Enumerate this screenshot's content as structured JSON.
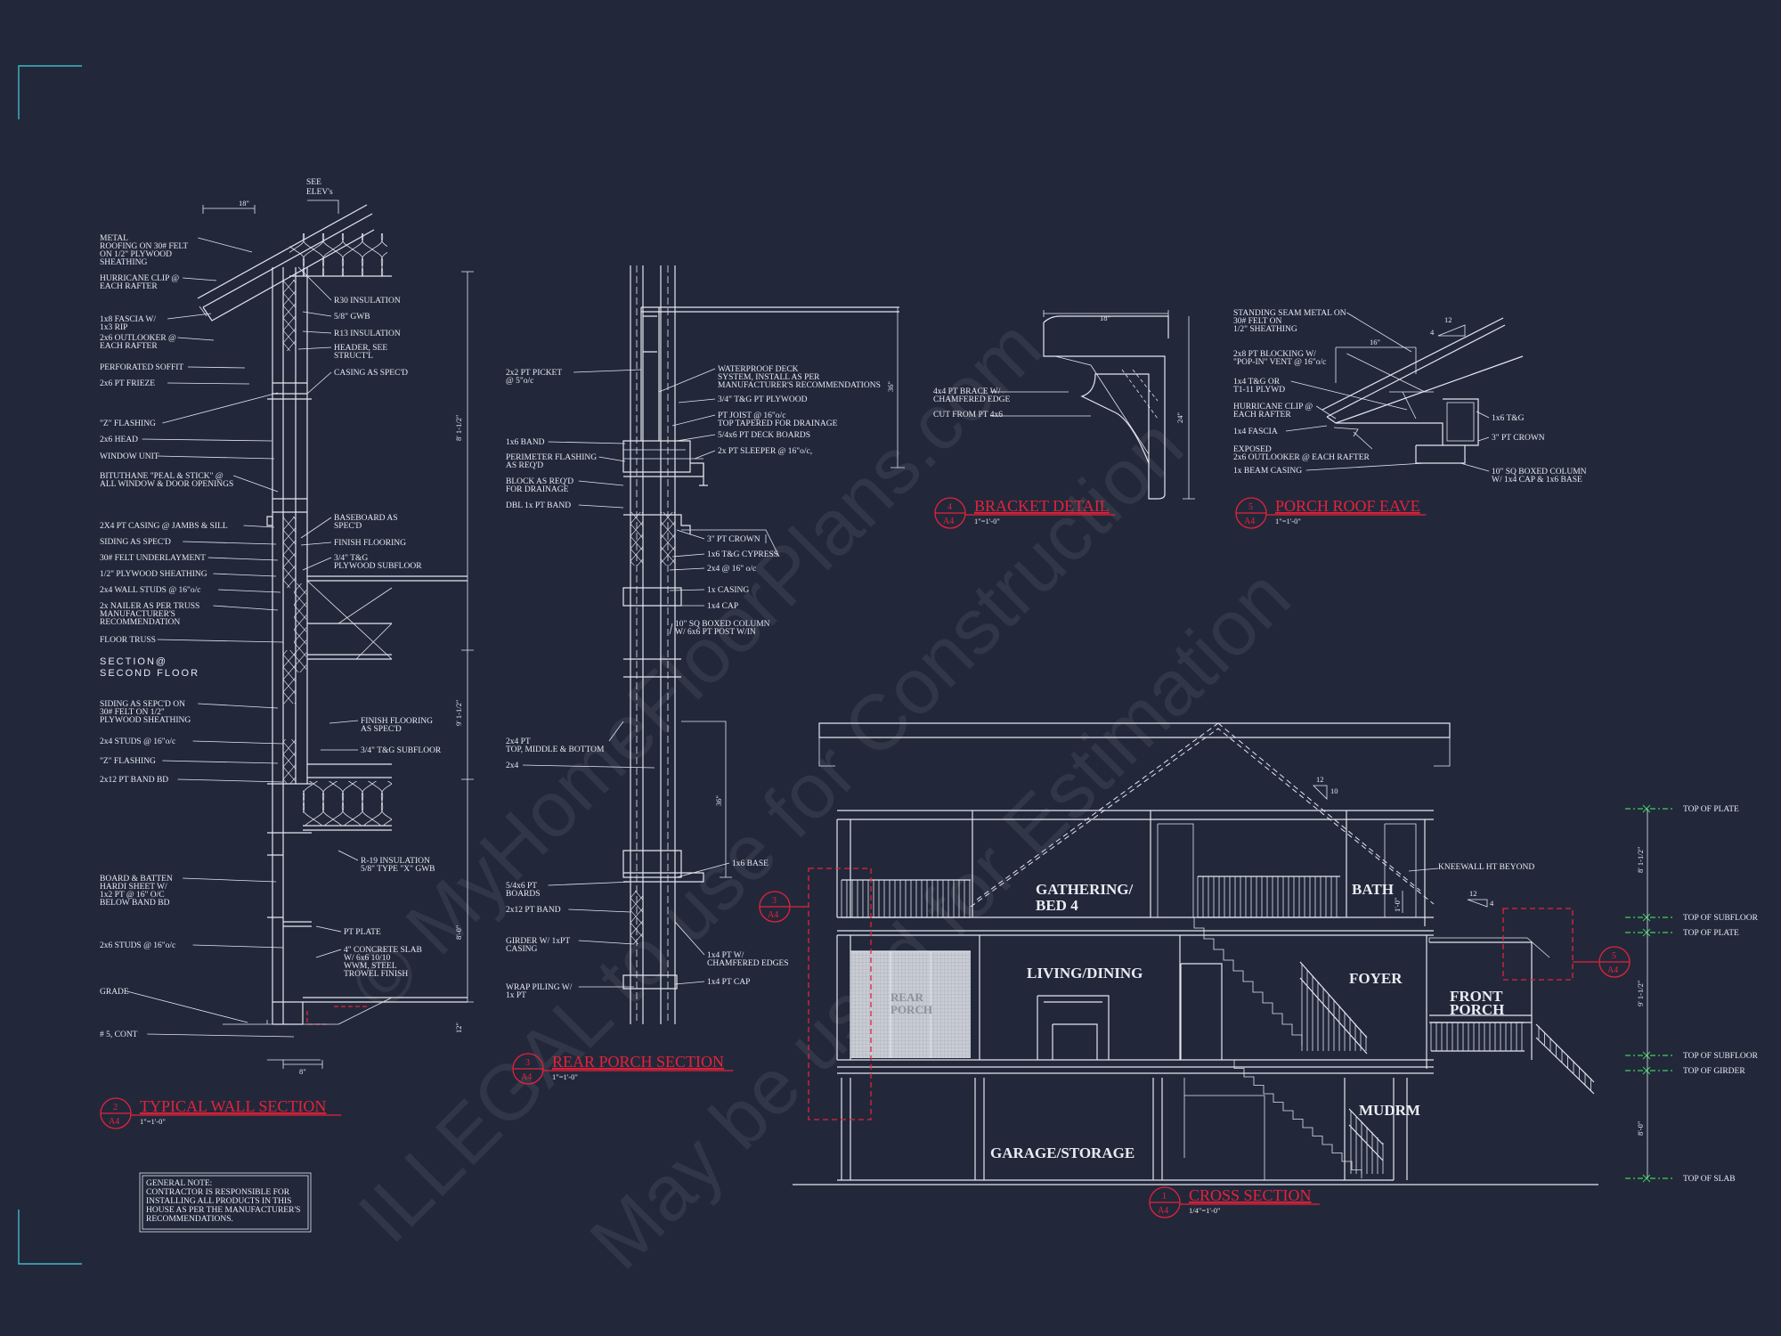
{
  "watermark": {
    "line1": "© MyHomeFloorPlans.com",
    "line2": "ILLEGAL to use for Construction",
    "line3": "May be used for Estimation"
  },
  "details": {
    "typical_wall": {
      "num": "2",
      "sheet": "A4",
      "title": "TYPICAL WALL SECTION",
      "scale": "1\"=1'-0\""
    },
    "rear_porch": {
      "num": "3",
      "sheet": "A4",
      "title": "REAR PORCH SECTION",
      "scale": "1\"=1'-0\""
    },
    "bracket": {
      "num": "4",
      "sheet": "A4",
      "title": "BRACKET DETAIL",
      "scale": "1\"=1'-0\""
    },
    "porch_eave": {
      "num": "5",
      "sheet": "A4",
      "title": "PORCH ROOF EAVE",
      "scale": "1\"=1'-0\""
    },
    "cross_section": {
      "num": "1",
      "sheet": "A4",
      "title": "CROSS SECTION",
      "scale": "1/4\"=1'-0\""
    }
  },
  "callout_tags": [
    {
      "num": "3",
      "sheet": "A4"
    },
    {
      "num": "5",
      "sheet": "A4"
    }
  ],
  "wall_notes_left": [
    [
      "METAL",
      "ROOFING ON 30# FELT",
      "ON 1/2\" PLYWOOD",
      "SHEATHING"
    ],
    [
      "HURRICANE CLIP @",
      "EACH RAFTER"
    ],
    [
      "1x8 FASCIA W/",
      "1x3 RIP"
    ],
    [
      "2x6 OUTLOOKER @",
      "EACH RAFTER"
    ],
    [
      "PERFORATED SOFFIT"
    ],
    [
      "2x6 PT FRIEZE"
    ],
    [
      "\"Z\" FLASHING"
    ],
    [
      "2x6 HEAD"
    ],
    [
      "WINDOW UNIT"
    ],
    [
      "BITUTHANE \"PEAL & STICK\" @",
      "ALL WINDOW & DOOR OPENINGS"
    ],
    [
      "2X4 PT CASING @ JAMBS & SILL"
    ],
    [
      "SIDING AS SPEC'D"
    ],
    [
      "30# FELT UNDERLAYMENT"
    ],
    [
      "1/2\" PLYWOOD SHEATHING"
    ],
    [
      "2x4 WALL STUDS @ 16\"o/c"
    ],
    [
      "2x NAILER AS PER TRUSS",
      "MANUFACTURER'S",
      "RECOMMENDATION"
    ],
    [
      "FLOOR TRUSS"
    ],
    [
      "SIDING AS SEPC'D ON",
      "30# FELT ON 1/2\"",
      "PLYWOOD SHEATHING"
    ],
    [
      "2x4 STUDS @ 16\"o/c"
    ],
    [
      "\"Z\" FLASHING"
    ],
    [
      "2x12 PT BAND BD"
    ],
    [
      "BOARD & BATTEN",
      "HARDI SHEET W/",
      "1x2 PT @ 16\" O/C",
      "BELOW BAND BD"
    ],
    [
      "2x6 STUDS @ 16\"o/c"
    ],
    [
      "GRADE"
    ],
    [
      "# 5, CONT"
    ]
  ],
  "wall_notes_right": [
    [
      "R30 INSULATION"
    ],
    [
      "5/8\" GWB"
    ],
    [
      "R13 INSULATION"
    ],
    [
      "HEADER, SEE",
      "STRUCT'L"
    ],
    [
      "CASING AS SPEC'D"
    ],
    [
      "BASEBOARD AS",
      "SPEC'D"
    ],
    [
      "FINISH FLOORING"
    ],
    [
      "3/4\" T&G",
      "PLYWOOD SUBFLOOR"
    ],
    [
      "FINISH FLOORING",
      "AS SPEC'D"
    ],
    [
      "3/4\" T&G SUBFLOOR"
    ],
    [
      "R-19 INSULATION",
      "5/8\" TYPE \"X\" GWB"
    ],
    [
      "PT PLATE"
    ],
    [
      "4\" CONCRETE SLAB",
      "W/ 6x6 10/10",
      "WWM, STEEL",
      "TROWEL FINISH"
    ]
  ],
  "wall_misc": {
    "see_elev": [
      "SEE",
      "ELEV's"
    ],
    "second_floor": [
      "SECTION@",
      "SECOND FLOOR"
    ],
    "d18": "18\"",
    "d8": "8\"",
    "h1": "8' 1-1/2\"",
    "h2": "9' 1-1/2\"",
    "h3": "8'-0\"",
    "h4": "12\""
  },
  "porch_notes_left": [
    [
      "2x2 PT PICKET",
      "@ 5\"o/c"
    ],
    [
      "1x6 BAND"
    ],
    [
      "PERIMETER FLASHING",
      "AS REQ'D"
    ],
    [
      "BLOCK AS REQ'D",
      "FOR DRAINAGE"
    ],
    [
      "DBL 1x PT BAND"
    ],
    [
      "2x4 PT",
      "TOP, MIDDLE & BOTTOM"
    ],
    [
      "2x4"
    ],
    [
      "5/4x6 PT",
      "BOARDS"
    ],
    [
      "2x12 PT BAND"
    ],
    [
      "GIRDER W/ 1xPT",
      "CASING"
    ],
    [
      "WRAP PILING W/",
      "1x PT"
    ]
  ],
  "porch_notes_right": [
    [
      "WATERPROOF DECK",
      "SYSTEM, INSTALL AS PER",
      "MANUFACTURER'S RECOMMENDATIONS"
    ],
    [
      "3/4\" T&G PT PLYWOOD"
    ],
    [
      "PT JOIST @ 16\"o/c",
      "TOP TAPERED FOR DRAINAGE"
    ],
    [
      "5/4x6 PT DECK BOARDS"
    ],
    [
      "2x PT SLEEPER @ 16\"o/c,"
    ],
    [
      "3\" PT CROWN"
    ],
    [
      "1x6 T&G CYPRESS"
    ],
    [
      "2x4 @ 16\" o/c"
    ],
    [
      "1x CASING"
    ],
    [
      "1x4 CAP"
    ],
    [
      "10\" SQ BOXED COLUMN",
      "W/ 6x6 PT POST W/IN"
    ],
    [
      "1x6 BASE"
    ],
    [
      "1x4 PT W/",
      "CHAMFERED EDGES"
    ],
    [
      "1x4 PT CAP"
    ]
  ],
  "porch_misc": {
    "d36a": "36\"",
    "d36b": "36\""
  },
  "bracket_notes": [
    [
      "4x4 PT BRACE W/",
      "CHAMFERED EDGE"
    ],
    [
      "CUT FROM PT 4x6"
    ]
  ],
  "bracket_misc": {
    "d18": "18\"",
    "d24": "24\""
  },
  "eave_notes_left": [
    [
      "STANDING SEAM METAL ON",
      "30# FELT ON",
      "1/2\" SHEATHING"
    ],
    [
      "2x8 PT BLOCKING W/",
      "\"POP-IN\" VENT @ 16\"o/c"
    ],
    [
      "1x4 T&G OR",
      "T1-11 PLYWD"
    ],
    [
      "HURRICANE CLIP @",
      "EACH RAFTER"
    ],
    [
      "1x4 FASCIA"
    ],
    [
      "EXPOSED",
      "2x6 OUTLOOKER @ EACH RAFTER"
    ],
    [
      "1x BEAM CASING"
    ]
  ],
  "eave_notes_right": [
    [
      "1x6 T&G"
    ],
    [
      "3\" PT CROWN"
    ],
    [
      "10\" SQ BOXED COLUMN",
      "W/ 1x4 CAP & 1x6 BASE"
    ]
  ],
  "eave_misc": {
    "d16": "16\"",
    "p12": "12",
    "p4": "4"
  },
  "cross_section": {
    "rooms": [
      [
        "GATHERING/",
        "BED 4"
      ],
      [
        "BATH"
      ],
      [
        "LIVING/DINING"
      ],
      [
        "FOYER"
      ],
      [
        "FRONT",
        "PORCH"
      ],
      [
        "REAR",
        "PORCH"
      ],
      [
        "MUDRM"
      ],
      [
        "GARAGE/STORAGE"
      ]
    ],
    "kneewall": "KNEEWALL HT BEYOND",
    "pitch": [
      "12",
      "10"
    ],
    "pitch2": [
      "12",
      "4"
    ],
    "dim_small": "1'-0\"",
    "levels": [
      "TOP OF PLATE",
      "TOP OF SUBFLOOR",
      "TOP OF PLATE",
      "TOP OF SUBFLOOR",
      "TOP OF GIRDER",
      "TOP OF SLAB"
    ],
    "level_dims": [
      "8' 1-1/2\"",
      "9' 1-1/2\"",
      "8'-0\""
    ]
  },
  "general_note": [
    "GENERAL NOTE:",
    "CONTRACTOR IS RESPONSIBLE FOR",
    "INSTALLING ALL PRODUCTS IN THIS",
    "HOUSE AS PER THE MANUFACTURER'S",
    "RECOMMENDATIONS."
  ]
}
